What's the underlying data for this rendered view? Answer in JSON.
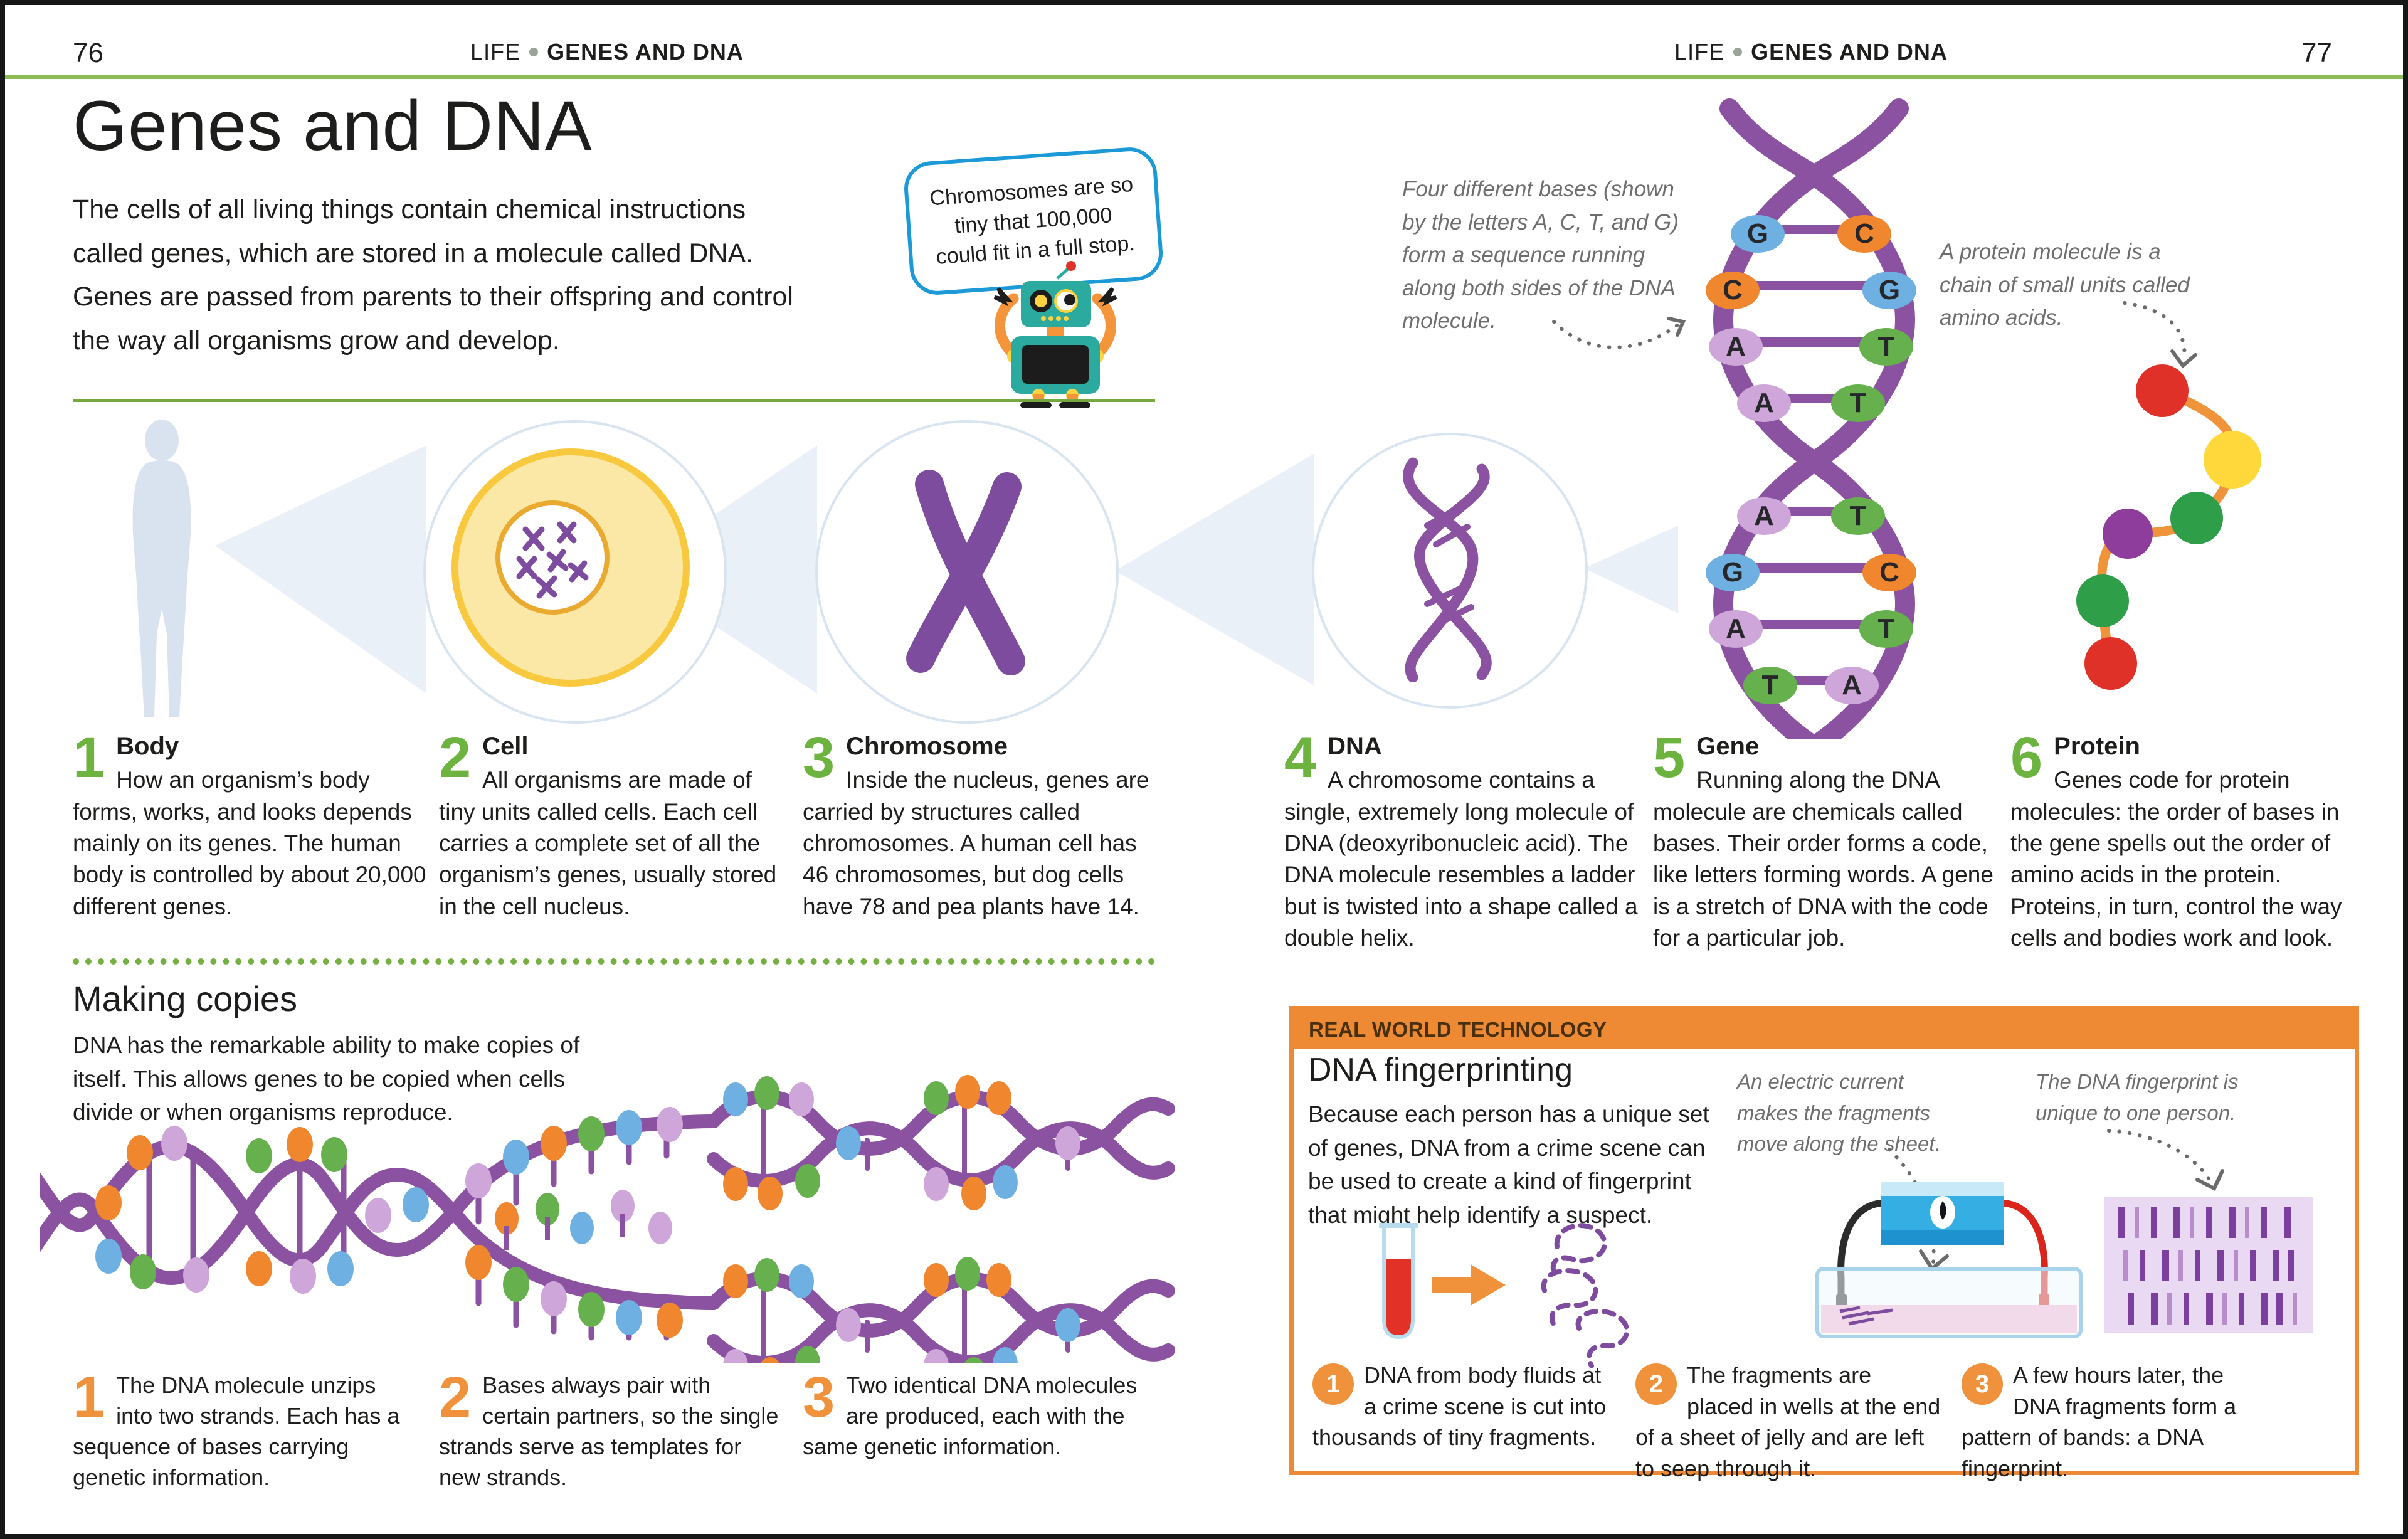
{
  "page": {
    "left_number": "76",
    "right_number": "77",
    "header_section": "LIFE",
    "header_topic": "GENES AND DNA"
  },
  "intro": {
    "title": "Genes and DNA",
    "text": "The cells of all living things contain chemical instructions called genes, which are stored in a molecule called DNA. Genes are passed from parents to their offspring and control the way all organisms grow and develop."
  },
  "speech_bubble": "Chromosomes are so tiny that 100,000 could fit in a full stop.",
  "annotations": {
    "bases": "Four different bases (shown by the letters A, C, T, and G) form a sequence running along both sides of the DNA molecule.",
    "protein": "A protein molecule is a chain of small units called amino acids.",
    "current": "An electric current makes the fragments move along the sheet.",
    "fingerprint": "The DNA fingerprint is unique to one person."
  },
  "sections": [
    {
      "num": "1",
      "title": "Body",
      "text": "How an organism’s body forms, works, and looks depends mainly on its genes. The human body is controlled by about 20,000 different genes."
    },
    {
      "num": "2",
      "title": "Cell",
      "text": "All organisms are made of tiny units called cells. Each cell carries a complete set of all the organism’s genes, usually stored in the cell nucleus."
    },
    {
      "num": "3",
      "title": "Chromosome",
      "text": "Inside the nucleus, genes are carried by structures called chromosomes. A human cell has 46 chromosomes, but dog cells have 78 and pea plants have 14."
    },
    {
      "num": "4",
      "title": "DNA",
      "text": "A chromosome contains a single, extremely long molecule of DNA (deoxyribonucleic acid). The DNA molecule resembles a ladder but is twisted into a shape called a double helix."
    },
    {
      "num": "5",
      "title": "Gene",
      "text": "Running along the DNA molecule are chemicals called bases. Their order forms a code, like letters forming words. A gene is a stretch of DNA with the code for a particular job."
    },
    {
      "num": "6",
      "title": "Protein",
      "text": "Genes code for protein molecules: the order of bases in the gene spells out the order of amino acids in the protein. Proteins, in turn, control the way cells and bodies work and look."
    }
  ],
  "making_copies": {
    "title": "Making copies",
    "text": "DNA has the remarkable ability to make copies of itself. This allows genes to be copied when cells divide or when organisms reproduce.",
    "steps": [
      {
        "num": "1",
        "text": "The DNA molecule unzips into two strands. Each has a sequence of bases carrying genetic information."
      },
      {
        "num": "2",
        "text": "Bases always pair with certain partners, so the single strands serve as templates for new strands."
      },
      {
        "num": "3",
        "text": "Two identical DNA molecules are produced, each with the same genetic information."
      }
    ]
  },
  "tech_box": {
    "tag": "REAL WORLD TECHNOLOGY",
    "title": "DNA fingerprinting",
    "text": "Because each person has a unique set of genes, DNA from a crime scene can be used to create a kind of fingerprint that might help identify a suspect.",
    "steps": [
      {
        "num": "1",
        "text": "DNA from body fluids at a crime scene is cut into thousands of tiny fragments."
      },
      {
        "num": "2",
        "text": "The fragments are placed in wells at the end of a sheet of jelly and are left to seep through it."
      },
      {
        "num": "3",
        "text": "A few hours later, the DNA fragments form a pattern of bands: a DNA fingerprint."
      }
    ]
  },
  "helix": {
    "pairs": [
      [
        "G",
        "C"
      ],
      [
        "C",
        "G"
      ],
      [
        "A",
        "T"
      ],
      [
        "A",
        "T"
      ],
      [
        "A",
        "T"
      ],
      [
        "G",
        "C"
      ],
      [
        "A",
        "T"
      ],
      [
        "T",
        "A"
      ]
    ]
  },
  "colors": {
    "accent_green": "#6cb33f",
    "accent_orange": "#f0913b",
    "helix_purple": "#8a52a0",
    "base_g_blue": "#6fb0e3",
    "base_c_orange": "#f0862d",
    "base_a_lilac": "#cfa6da",
    "base_t_green": "#66b14e",
    "bubble_blue": "#1b9ad7",
    "rule_green": "#8cbd54"
  }
}
